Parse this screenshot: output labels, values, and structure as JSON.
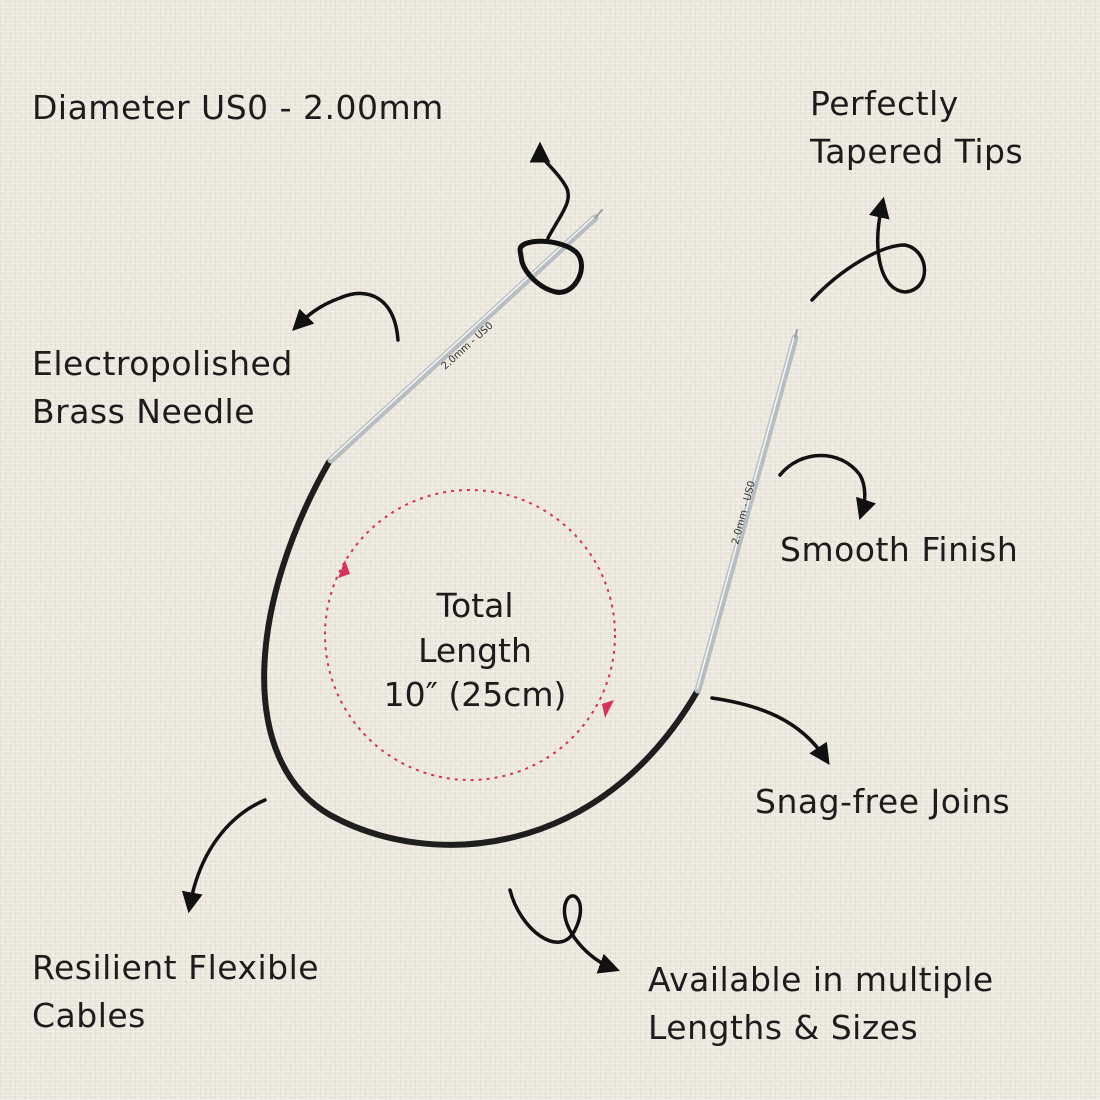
{
  "labels": {
    "diameter": "Diameter US0 - 2.00mm",
    "tips": [
      "Perfectly",
      "Tapered Tips"
    ],
    "brass": [
      "Electropolished",
      "Brass Needle"
    ],
    "smooth": "Smooth Finish",
    "joins": "Snag-free Joins",
    "cables": [
      "Resilient Flexible",
      "Cables"
    ],
    "lengths": [
      "Available in multiple",
      "Lengths & Sizes"
    ],
    "total": [
      "Total",
      "Length",
      "10″ (25cm)"
    ]
  },
  "needle_marks": {
    "left": "2.0mm - US0",
    "right": "2.0mm - US0"
  },
  "colors": {
    "background": "#ebe7dc",
    "text": "#1c1c1c",
    "cable": "#1e1e1e",
    "needle": "#c8ccd0",
    "dashed_circle": "#d8325a"
  },
  "icons": {
    "arrows": "hand-drawn-curved-arrow-icon",
    "circle": "dashed-circular-arrow-icon"
  }
}
